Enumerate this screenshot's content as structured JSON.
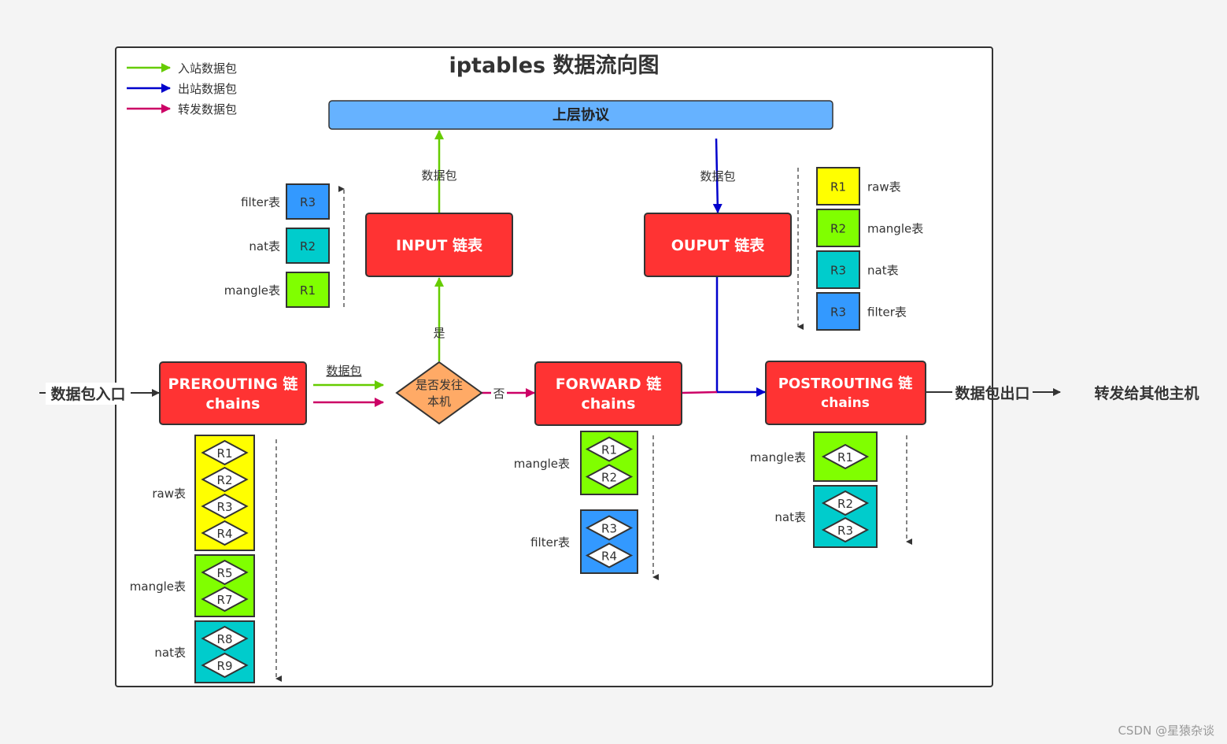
{
  "title": "iptables 数据流向图",
  "legend": [
    {
      "label": "入站数据包",
      "color": "#66cc00"
    },
    {
      "label": "出站数据包",
      "color": "#0000cc"
    },
    {
      "label": "转发数据包",
      "color": "#cc0066"
    }
  ],
  "colors": {
    "raw": "#ffff00",
    "mangle": "#80ff00",
    "nat": "#00cccc",
    "filter": "#3399ff",
    "chain": "#ff3333",
    "upper": "#66b2ff",
    "decision": "#ffaa66"
  },
  "upper_layer": "上层协议",
  "labels": {
    "packet": "数据包",
    "yes": "是",
    "no": "否",
    "entry": "数据包入口",
    "exit": "数据包出口",
    "forward_other": "转发给其他主机",
    "watermark": "CSDN @星猿杂谈"
  },
  "decision": {
    "line1": "是否发往",
    "line2": "本机"
  },
  "chains": {
    "prerouting": {
      "line1": "PREROUTING 链",
      "line2": "chains"
    },
    "input": {
      "line1": "INPUT 链表",
      "line2": ""
    },
    "output": {
      "line1": "OUPUT 链表",
      "line2": ""
    },
    "forward": {
      "line1": "FORWARD 链",
      "line2": "chains"
    },
    "postrouting": {
      "line1": "POSTROUTING  链",
      "line2": "chains"
    }
  },
  "tables": {
    "raw": "raw表",
    "mangle": "mangle表",
    "nat": "nat表",
    "filter": "filter表"
  },
  "input_rules": [
    {
      "table": "filter",
      "rule": "R3"
    },
    {
      "table": "nat",
      "rule": "R2"
    },
    {
      "table": "mangle",
      "rule": "R1"
    }
  ],
  "output_rules": [
    {
      "table": "raw",
      "rule": "R1"
    },
    {
      "table": "mangle",
      "rule": "R2"
    },
    {
      "table": "nat",
      "rule": "R3"
    },
    {
      "table": "filter",
      "rule": "R3"
    }
  ],
  "prerouting_groups": [
    {
      "table": "raw",
      "rules": [
        "R1",
        "R2",
        "R3",
        "R4"
      ]
    },
    {
      "table": "mangle",
      "rules": [
        "R5",
        "R7"
      ]
    },
    {
      "table": "nat",
      "rules": [
        "R8",
        "R9"
      ]
    }
  ],
  "forward_groups": [
    {
      "table": "mangle",
      "rules": [
        "R1",
        "R2"
      ]
    },
    {
      "table": "filter",
      "rules": [
        "R3",
        "R4"
      ]
    }
  ],
  "postrouting_groups": [
    {
      "table": "mangle",
      "rules": [
        "R1"
      ]
    },
    {
      "table": "nat",
      "rules": [
        "R2",
        "R3"
      ]
    }
  ]
}
